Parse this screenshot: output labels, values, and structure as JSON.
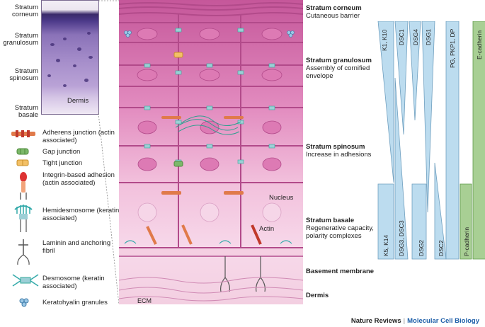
{
  "histology": {
    "layer_labels": [
      "Stratum corneum",
      "Stratum granulosum",
      "Stratum spinosum",
      "Stratum basale"
    ],
    "dermis_label": "Dermis"
  },
  "legend": [
    {
      "icon": "adherens-junction-icon",
      "text": "Adherens junction (actin associated)"
    },
    {
      "icon": "gap-junction-icon",
      "text": "Gap junction"
    },
    {
      "icon": "tight-junction-icon",
      "text": "Tight junction"
    },
    {
      "icon": "integrin-adhesion-icon",
      "text": "Integrin-based adhesion (actin associated)"
    },
    {
      "icon": "hemidesmosome-icon",
      "text": "Hemidesmosome (keratin associated)"
    },
    {
      "icon": "laminin-fibril-icon",
      "text": "Laminin and anchoring fibril"
    },
    {
      "icon": "desmosome-icon",
      "text": "Desmosome (keratin associated)"
    },
    {
      "icon": "keratohyalin-icon",
      "text": "Keratohyalin granules"
    }
  ],
  "diagram_labels": {
    "nucleus": "Nucleus",
    "actin": "Actin",
    "ecm": "ECM"
  },
  "layers": [
    {
      "title": "Stratum corneum",
      "desc": "Cutaneous barrier"
    },
    {
      "title": "Stratum granulosum",
      "desc": "Assembly of cornified envelope"
    },
    {
      "title": "Stratum spinosum",
      "desc": "Increase in adhesions"
    },
    {
      "title": "Stratum basale",
      "desc": "Regenerative capacity, polarity complexes"
    },
    {
      "title": "Basement membrane",
      "desc": ""
    },
    {
      "title": "Dermis",
      "desc": ""
    }
  ],
  "expression": {
    "top_labels": [
      "K1, K10",
      "DSC1",
      "DSG4",
      "DSG1",
      "PG, PKP1, DP",
      "E-cadherin"
    ],
    "bottom_labels": [
      "K5, K14",
      "DSG3, DSC3",
      "DSG2",
      "DSC2",
      "P-cadherin"
    ],
    "colors": {
      "blue": "#bcdcef",
      "blue_edge": "#6f9fbf",
      "green": "#a8cf94",
      "green_edge": "#5f9a4a"
    }
  },
  "footer": {
    "publisher": "Nature Reviews",
    "separator": "|",
    "journal": "Molecular Cell Biology"
  },
  "colors": {
    "pink_dark": "#c25a9a",
    "pink_mid": "#e59ac6",
    "pink_light": "#f6d3e6",
    "line": "#b24a8a"
  }
}
